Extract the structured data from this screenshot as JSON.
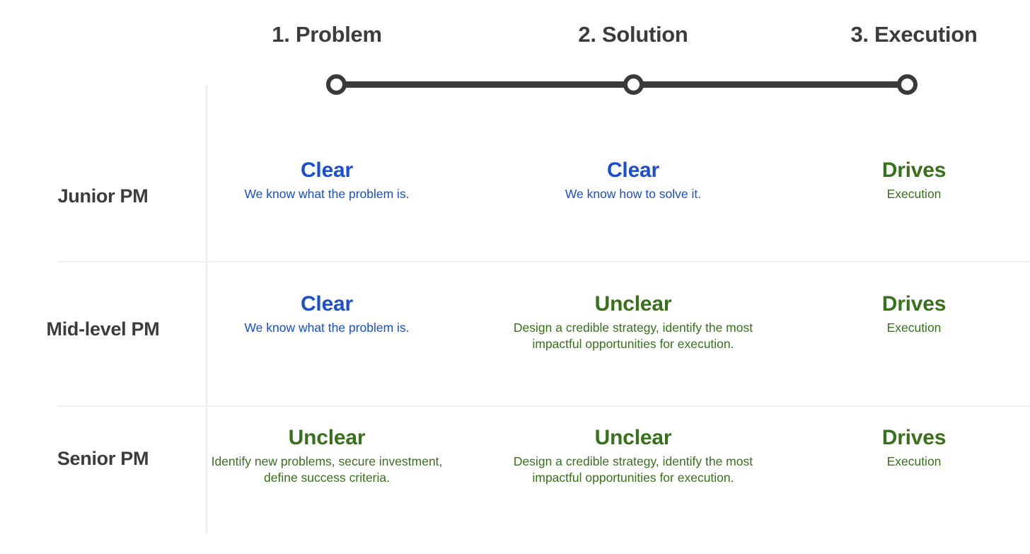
{
  "colors": {
    "ink": "#3c3c3c",
    "clear_blue": "#1a4fce",
    "unclear_green": "#37711c",
    "timeline": "#3a3a3a",
    "grid": "#ebebeb",
    "background": "#ffffff"
  },
  "columns": [
    {
      "id": "problem",
      "label": "1. Problem"
    },
    {
      "id": "solution",
      "label": "2. Solution"
    },
    {
      "id": "execution",
      "label": "3. Execution"
    }
  ],
  "timeline": {
    "nodes": [
      {
        "id": "node-1",
        "column": "1. Problem"
      },
      {
        "id": "node-2",
        "column": "2. Solution"
      },
      {
        "id": "node-3",
        "column": "3. Execution"
      }
    ]
  },
  "rows": [
    {
      "id": "junior",
      "label": "Junior PM",
      "cells": [
        {
          "column": "problem",
          "tone": "clear",
          "title": "Clear",
          "desc": "We know what the problem is."
        },
        {
          "column": "solution",
          "tone": "clear",
          "title": "Clear",
          "desc": "We know how to solve it."
        },
        {
          "column": "execution",
          "tone": "drives",
          "title": "Drives",
          "desc": "Execution"
        }
      ]
    },
    {
      "id": "mid",
      "label": "Mid-level PM",
      "cells": [
        {
          "column": "problem",
          "tone": "clear",
          "title": "Clear",
          "desc": "We know what the problem is."
        },
        {
          "column": "solution",
          "tone": "unclear",
          "title": "Unclear",
          "desc": "Design a credible strategy, identify the most impactful opportunities for execution."
        },
        {
          "column": "execution",
          "tone": "drives",
          "title": "Drives",
          "desc": "Execution"
        }
      ]
    },
    {
      "id": "senior",
      "label": "Senior PM",
      "cells": [
        {
          "column": "problem",
          "tone": "unclear",
          "title": "Unclear",
          "desc": "Identify new problems, secure investment, define success criteria."
        },
        {
          "column": "solution",
          "tone": "unclear",
          "title": "Unclear",
          "desc": "Design a credible strategy, identify the most impactful opportunities for execution."
        },
        {
          "column": "execution",
          "tone": "drives",
          "title": "Drives",
          "desc": "Execution"
        }
      ]
    }
  ]
}
